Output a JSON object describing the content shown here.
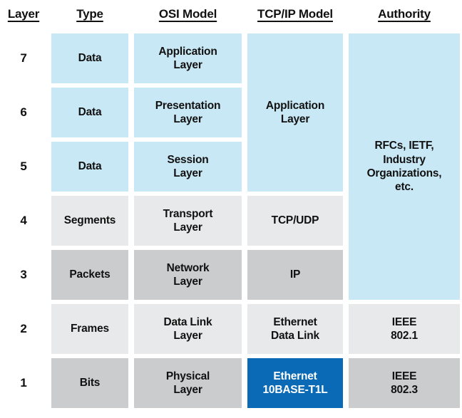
{
  "colors": {
    "light_blue": "#c9e8f5",
    "light_gray": "#e8e9ea",
    "mid_gray": "#cbcccd",
    "highlight_blue": "#0a6ab5",
    "highlight_text": "#ffffff",
    "text": "#111111"
  },
  "headers": {
    "layer": "Layer",
    "type": "Type",
    "osi": "OSI Model",
    "tcpip": "TCP/IP Model",
    "authority": "Authority"
  },
  "layers": [
    {
      "num": "7",
      "type": "Data",
      "osi": "Application\nLayer"
    },
    {
      "num": "6",
      "type": "Data",
      "osi": "Presentation\nLayer"
    },
    {
      "num": "5",
      "type": "Data",
      "osi": "Session\nLayer"
    },
    {
      "num": "4",
      "type": "Segments",
      "osi": "Transport\nLayer",
      "tcpip": "TCP/UDP"
    },
    {
      "num": "3",
      "type": "Packets",
      "osi": "Network\nLayer",
      "tcpip": "IP"
    },
    {
      "num": "2",
      "type": "Frames",
      "osi": "Data Link\nLayer",
      "tcpip": "Ethernet\nData Link",
      "authority": "IEEE\n802.1"
    },
    {
      "num": "1",
      "type": "Bits",
      "osi": "Physical\nLayer",
      "tcpip": "Ethernet\n10BASE-T1L",
      "authority": "IEEE\n802.3"
    }
  ],
  "merged": {
    "tcpip_application": "Application\nLayer",
    "authority_rfcs": "RFCs, IETF,\nIndustry\nOrganizations,\netc."
  }
}
